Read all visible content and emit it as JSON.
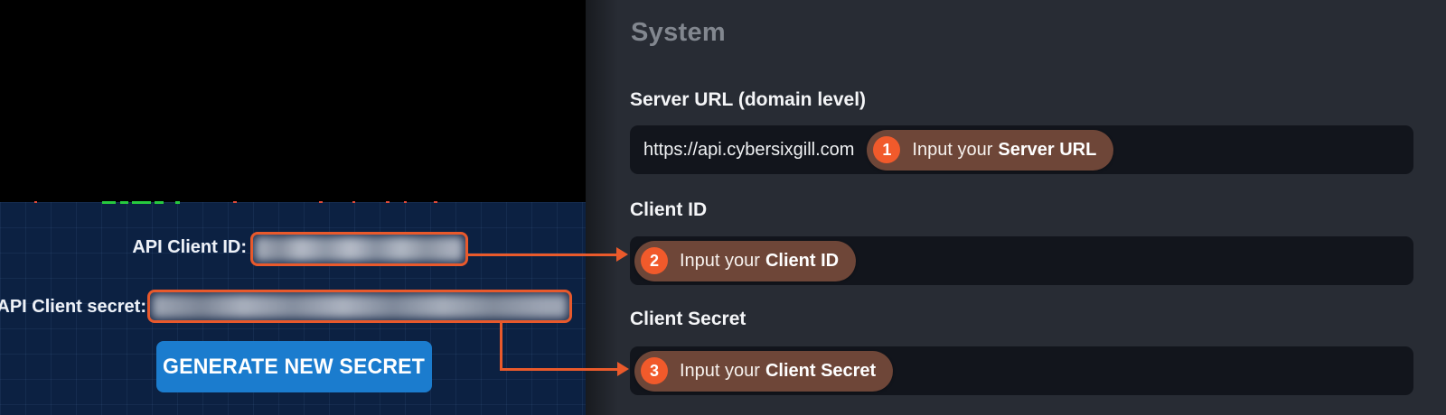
{
  "source_panel": {
    "client_id_label": "API Client ID:",
    "client_secret_label": "API Client secret:",
    "generate_secret_button": "GENERATE NEW SECRET"
  },
  "settings_panel": {
    "title": "System",
    "server_url": {
      "label": "Server URL (domain level)",
      "value": "https://api.cybersixgill.com"
    },
    "client_id": {
      "label": "Client ID",
      "value": ""
    },
    "client_secret": {
      "label": "Client Secret",
      "value": ""
    },
    "annotations": [
      {
        "step": "1",
        "prefix": "Input your",
        "target": "Server URL"
      },
      {
        "step": "2",
        "prefix": "Input your",
        "target": "Client ID"
      },
      {
        "step": "3",
        "prefix": "Input your",
        "target": "Client Secret"
      }
    ]
  },
  "colors": {
    "accent_orange": "#ea5a2b",
    "step_badge_orange": "#f15a2b",
    "annotation_pill_brown": "#6e4638",
    "button_blue": "#1b7cce",
    "left_panel_navy": "#0c2142",
    "right_panel_bg": "#282c34",
    "input_bg": "#12151c",
    "title_gray": "#82878f"
  }
}
